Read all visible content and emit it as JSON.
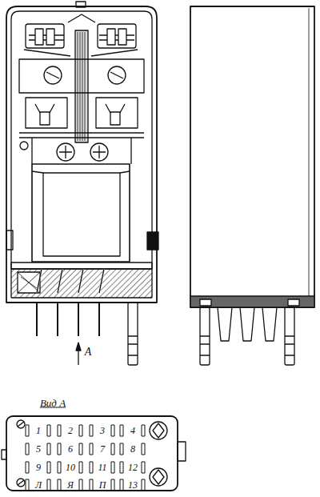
{
  "diagram": {
    "labels": [
      "А",
      "Вид А",
      "1",
      "2",
      "3",
      "4",
      "5",
      "6",
      "7",
      "8",
      "9",
      "10",
      "11",
      "12",
      "Л",
      "Я",
      "П",
      "13"
    ]
  }
}
